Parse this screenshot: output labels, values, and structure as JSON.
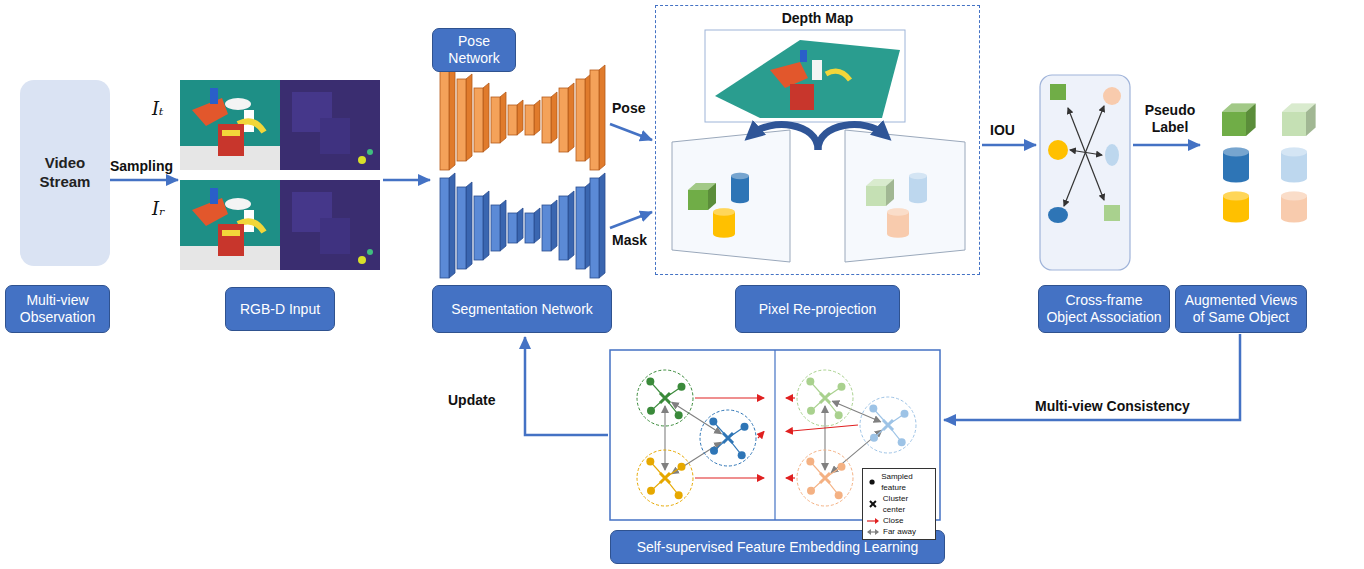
{
  "diagram": {
    "nodes": [
      {
        "text": [
          "Video Stream"
        ]
      },
      {
        "text": [
          "Multi-view Observation"
        ]
      },
      {
        "text": [
          "RGB-D Input"
        ]
      },
      {
        "text": [
          "Pose Network"
        ]
      },
      {
        "text": [
          "Segmentation Network"
        ]
      },
      {
        "text": [
          "Depth Map"
        ]
      },
      {
        "text": [
          "Pixel Re-projection"
        ]
      },
      {
        "text": [
          "Cross-frame Object Association"
        ]
      },
      {
        "text": [
          "Augmented Views of Same Object"
        ]
      },
      {
        "text": [
          "Self-supervised Feature Embedding Learning"
        ]
      }
    ],
    "labels": [
      "Sampling",
      "Iₜ",
      "Iᵣ",
      "Pose",
      "Mask",
      "IOU",
      "Pseudo Label",
      "Multi-view Consistency",
      "Update"
    ],
    "legend": [
      {
        "text": "Sampled feature"
      },
      {
        "text": "Cluster center"
      },
      {
        "text": "Close"
      },
      {
        "text": "Far away"
      }
    ]
  }
}
